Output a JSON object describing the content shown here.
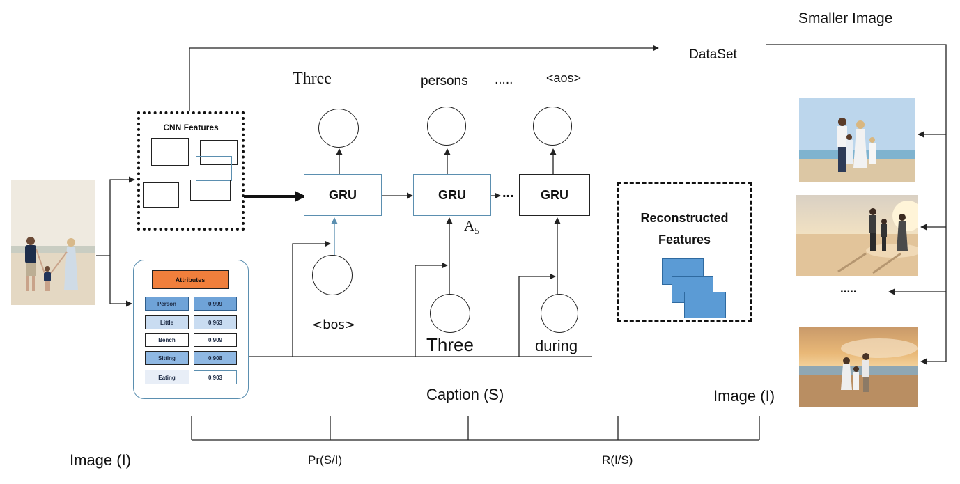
{
  "labels": {
    "smaller_image": "Smaller Image",
    "dataset": "DataSet",
    "cnn_features": "CNN Features",
    "gru_1": "GRU",
    "gru_2": "GRU",
    "gru_3": "GRU",
    "gru_ellipsis": "...",
    "out_1": "Three",
    "out_2": "persons",
    "out_ellipsis": ".....",
    "out_3": "<aos>",
    "in_1": "<bos>",
    "in_2": "Three",
    "in_3": "during",
    "a5": "A",
    "a5_sub": "5",
    "reconstructed_line1": "Reconstructed",
    "reconstructed_line2": "Features",
    "thumb_ellipsis": ".....",
    "caption_s": "Caption (S)",
    "image_i_right": "Image (I)",
    "image_i_bottom": "Image (I)",
    "pr_si": "Pr(S/I)",
    "r_is": "R(I/S)"
  },
  "attributes": {
    "header": "Attributes",
    "rows": [
      {
        "name": "Person",
        "value": "0.999"
      },
      {
        "name": "Little",
        "value": "0.963"
      },
      {
        "name": "Bench",
        "value": "0.909"
      },
      {
        "name": "Sitting",
        "value": "0.908"
      },
      {
        "name": "Eating",
        "value": "0.903"
      }
    ]
  },
  "colors": {
    "gru_border": "#5b8fb0",
    "attr_header": "#f07f3c",
    "attr_cell_dark": "#6fa3d8",
    "attr_cell_light": "#c9dcf1",
    "feature_sheet": "#5b9bd5"
  }
}
